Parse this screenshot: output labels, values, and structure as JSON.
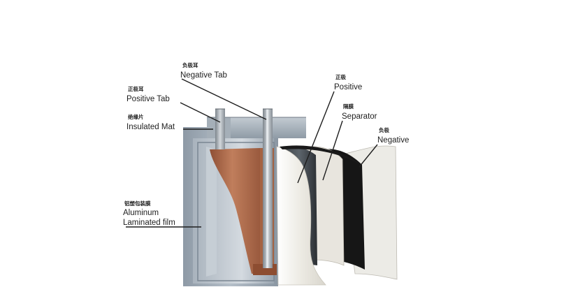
{
  "labels": {
    "negative_tab": {
      "zh": "负极耳",
      "en": "Negative Tab"
    },
    "positive_tab": {
      "zh": "正极耳",
      "en": "Positive Tab"
    },
    "insulated_mat": {
      "zh": "绝缘片",
      "en": "Insulated Mat"
    },
    "aluminum_film": {
      "zh": "铝塑包装膜",
      "en_line1": "Aluminum",
      "en_line2": "Laminated film"
    },
    "positive": {
      "zh": "正极",
      "en": "Positive"
    },
    "separator": {
      "zh": "隔膜",
      "en": "Separator"
    },
    "negative": {
      "zh": "负极",
      "en": "Negative"
    }
  },
  "colors": {
    "casing": "#9aa6b2",
    "casing_shadow": "#6f7b87",
    "positive_electrode": "#b87555",
    "negative_layer": "#1a1a1a",
    "separator_layer": "#e6e3dc",
    "outer_sheet": "#f1efe9",
    "tab_metal": "#aeb6bd"
  }
}
